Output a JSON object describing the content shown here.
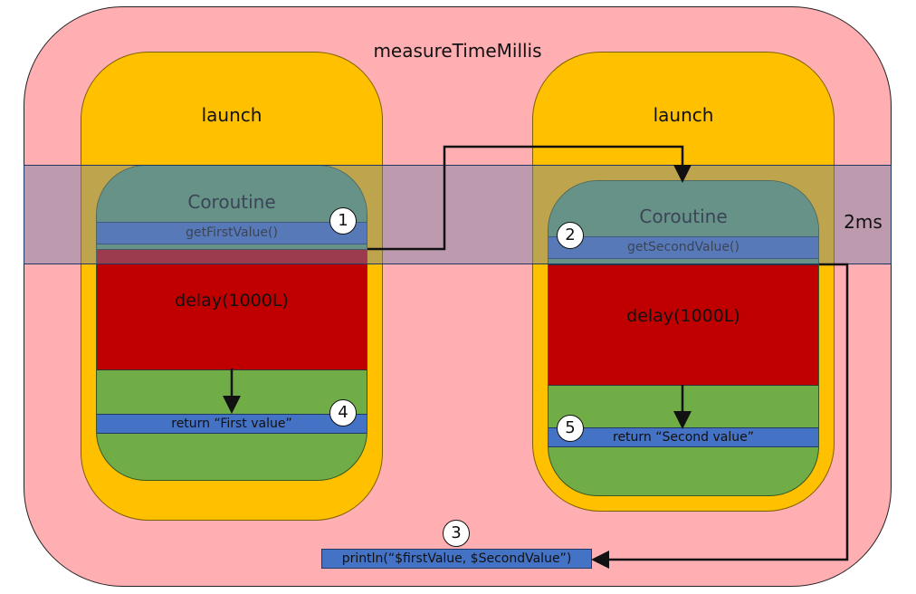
{
  "diagram": {
    "outer_label": "measureTimeMillis",
    "band_label": "2ms",
    "left": {
      "launch_label": "launch",
      "coroutine_label": "Coroutine",
      "call": "getFirstValue()",
      "delay": "delay(1000L)",
      "return": "return “First value”",
      "call_step": "1",
      "return_step": "4"
    },
    "right": {
      "launch_label": "launch",
      "coroutine_label": "Coroutine",
      "call": "getSecondValue()",
      "delay": "delay(1000L)",
      "return": "return “Second value”",
      "call_step": "2",
      "return_step": "5"
    },
    "print": {
      "label": "println(“$firstValue, $SecondValue”)",
      "step": "3"
    },
    "colors": {
      "outer": "#ffaeb2",
      "launch": "#ffc000",
      "coroutine": "#70ad47",
      "call_bar": "#4472c4",
      "delay": "#c00000",
      "band": "#6e82aa"
    }
  }
}
